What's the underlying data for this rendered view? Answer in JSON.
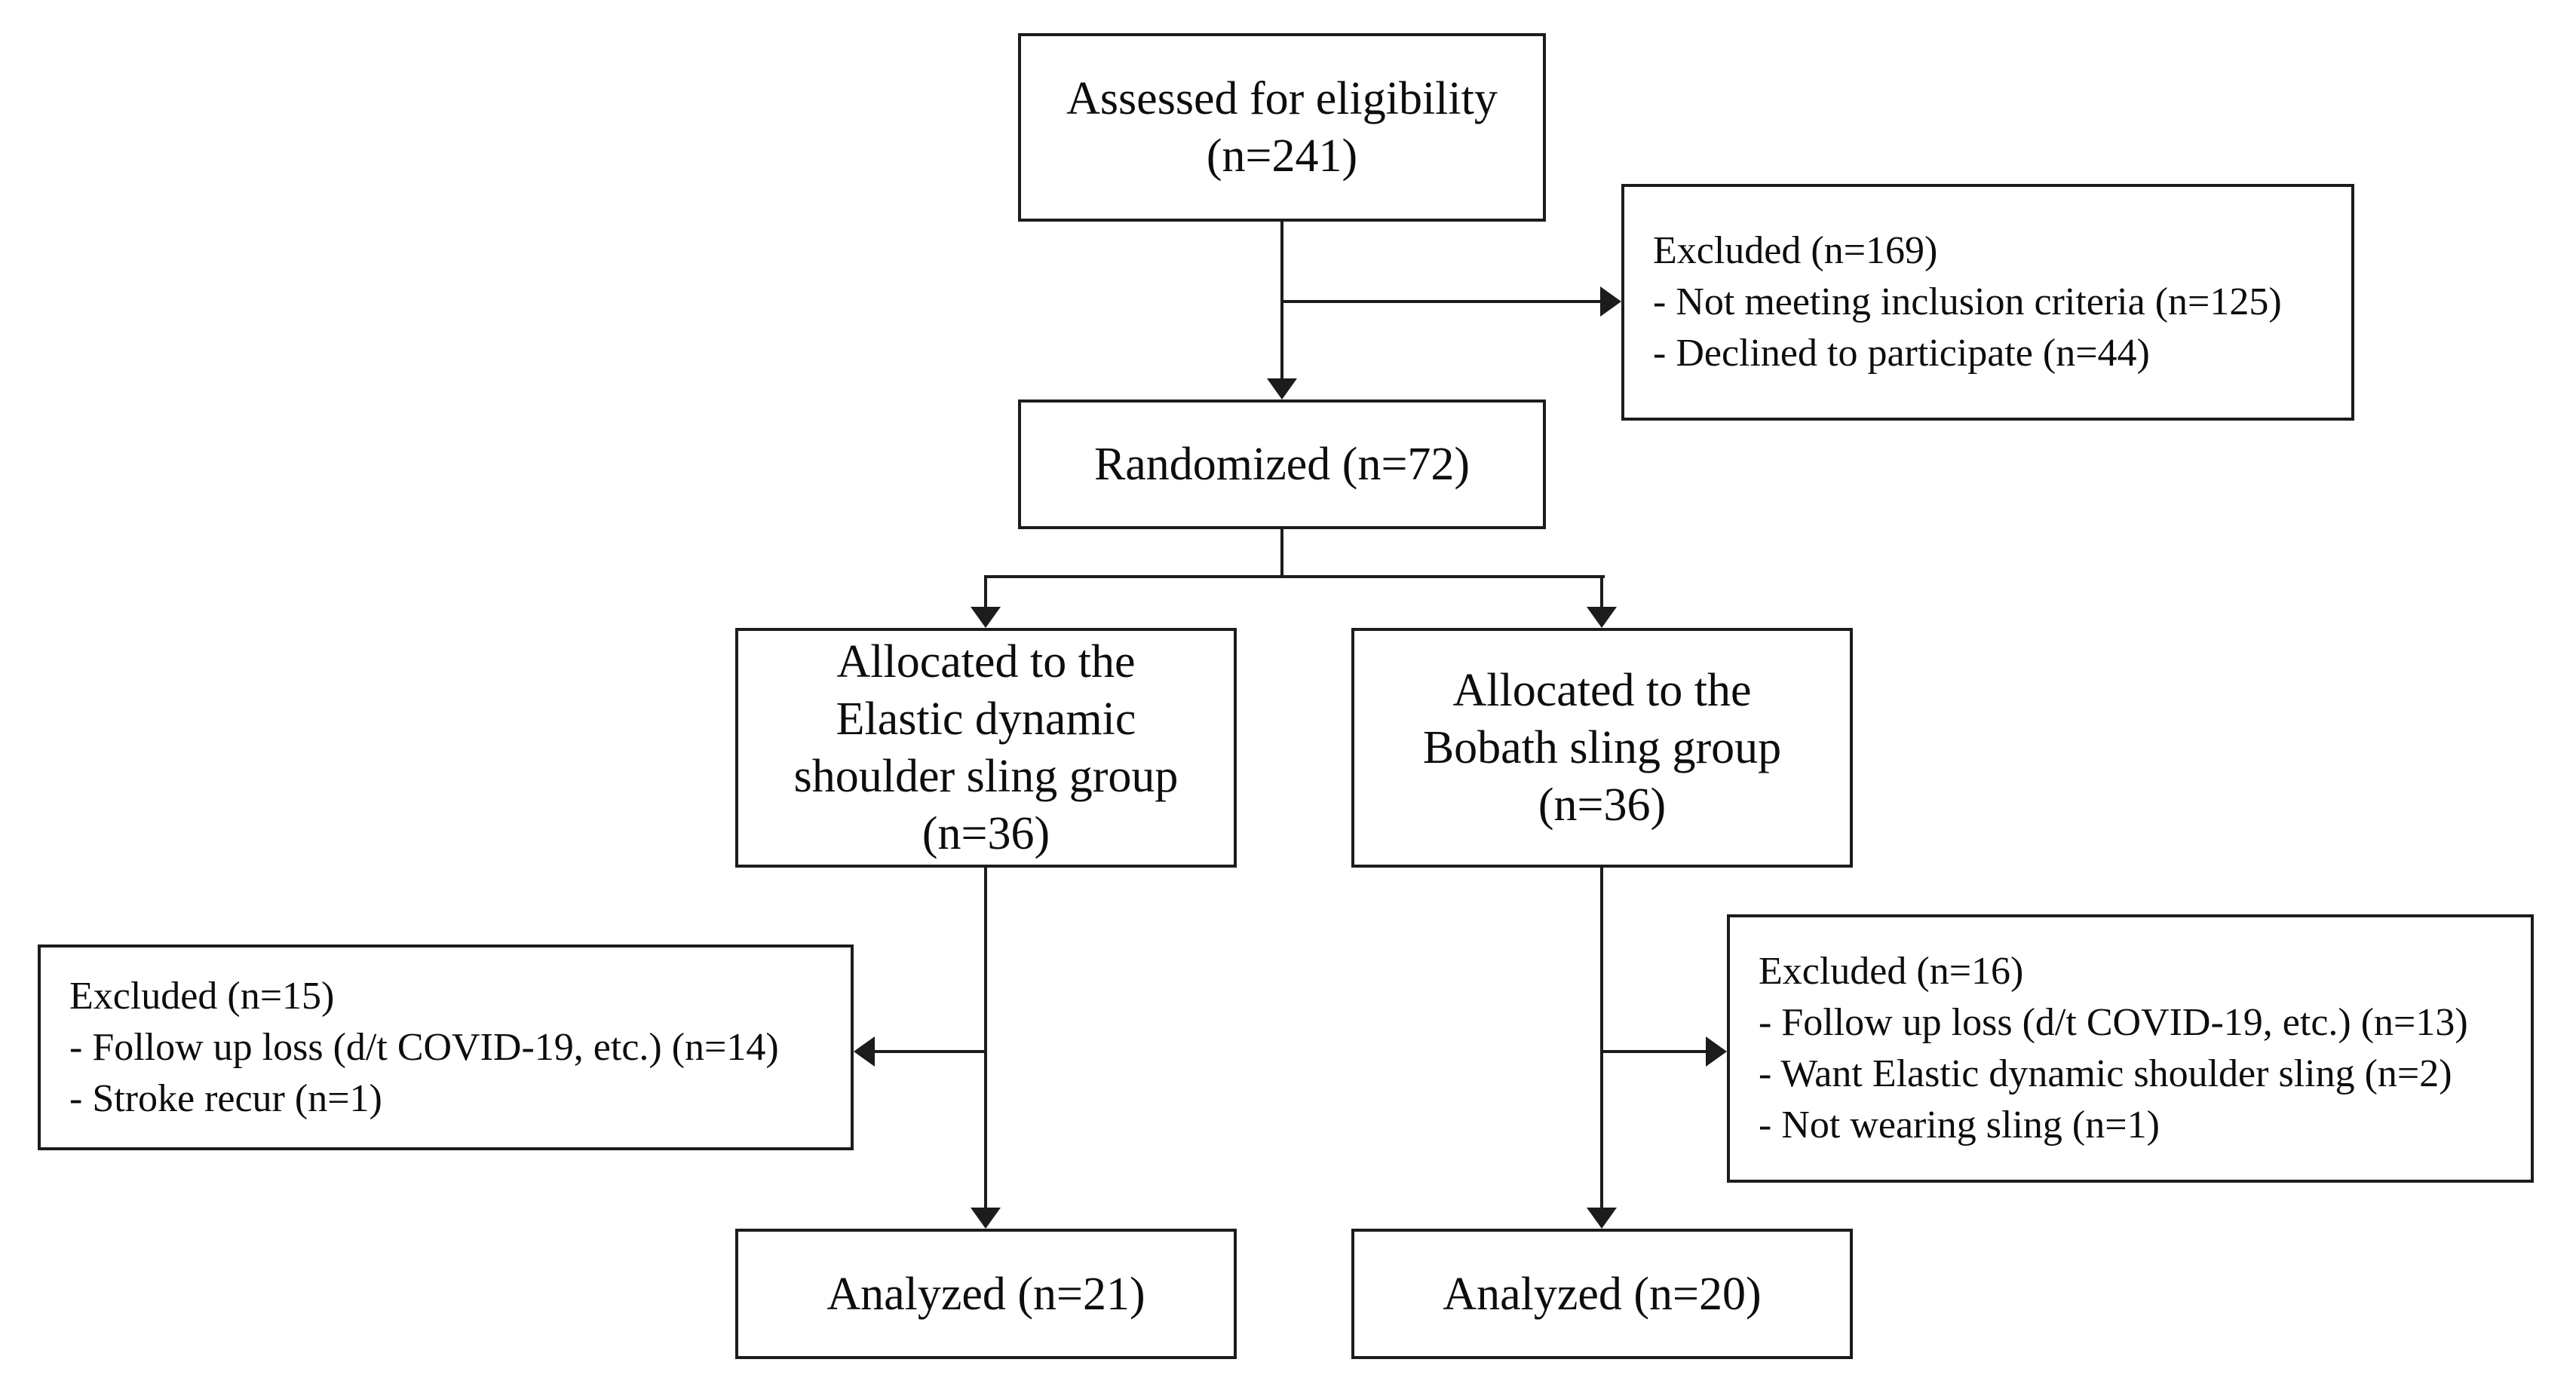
{
  "flowchart": {
    "assessed": {
      "lines": [
        "Assessed for eligibility",
        "(n=241)"
      ]
    },
    "excluded_top": {
      "heading": "Excluded (n=169)",
      "items": [
        "- Not meeting inclusion criteria (n=125)",
        "- Declined to participate (n=44)"
      ]
    },
    "randomized": {
      "label": "Randomized (n=72)"
    },
    "allocated_elastic": {
      "lines": [
        "Allocated to the",
        "Elastic dynamic",
        "shoulder sling group",
        "(n=36)"
      ]
    },
    "allocated_bobath": {
      "lines": [
        "Allocated to the",
        "Bobath sling group",
        "(n=36)"
      ]
    },
    "excluded_elastic": {
      "heading": "Excluded (n=15)",
      "items": [
        "- Follow up loss (d/t COVID-19, etc.) (n=14)",
        "- Stroke recur (n=1)"
      ]
    },
    "excluded_bobath": {
      "heading": "Excluded (n=16)",
      "items": [
        "- Follow up loss (d/t COVID-19, etc.) (n=13)",
        "- Want Elastic dynamic shoulder sling (n=2)",
        "- Not wearing sling (n=1)"
      ]
    },
    "analyzed_elastic": {
      "label": "Analyzed (n=21)"
    },
    "analyzed_bobath": {
      "label": "Analyzed (n=20)"
    }
  },
  "colors": {
    "line": "#1c1c1c",
    "background": "#ffffff",
    "text": "#0d0d0d"
  }
}
